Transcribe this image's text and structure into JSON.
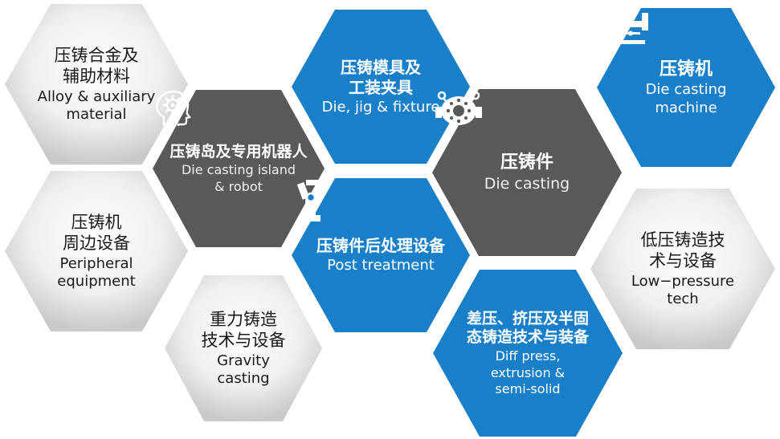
{
  "colors": {
    "blue": "#1a7fc9",
    "dark": "#565656",
    "grey_light": "#f2f2f2",
    "grey_mid": "#c8c8c8"
  },
  "hexagons": [
    {
      "id": "alloy",
      "style": "grey",
      "zh_lines": [
        "压铸合金及",
        "辅助材料"
      ],
      "en_lines": [
        "Alloy & auxiliary",
        "material"
      ],
      "icon": ""
    },
    {
      "id": "peripheral",
      "style": "grey",
      "zh_lines": [
        "压铸机",
        "周边设备"
      ],
      "en_lines": [
        "Peripheral",
        "equipment"
      ],
      "icon": ""
    },
    {
      "id": "island",
      "style": "dark",
      "zh_lines": [
        "压铸岛及专用机器人"
      ],
      "en_lines": [
        "Die casting island",
        "& robot"
      ],
      "icon": "head-gear-icon"
    },
    {
      "id": "gravity",
      "style": "grey",
      "zh_lines": [
        "重力铸造",
        "技术与设备"
      ],
      "en_lines": [
        "Gravity",
        "casting"
      ],
      "icon": ""
    },
    {
      "id": "die",
      "style": "blue",
      "zh_lines": [
        "压铸模具及",
        "工装夹具"
      ],
      "en_lines": [
        "Die, jig & fixture"
      ],
      "icon": ""
    },
    {
      "id": "post",
      "style": "blue",
      "zh_lines": [
        "压铸件后处理设备"
      ],
      "en_lines": [
        "Post treatment"
      ],
      "icon": "robot-arm-icon"
    },
    {
      "id": "casting",
      "style": "dark",
      "zh_lines": [
        "压铸件"
      ],
      "en_lines": [
        "Die casting"
      ],
      "icon": "casting-part-icon"
    },
    {
      "id": "diff",
      "style": "blue",
      "zh_lines": [
        "差压、挤压及半固",
        "态铸造技术与装备"
      ],
      "en_lines": [
        "Diff press,",
        "extrusion &",
        "semi-solid"
      ],
      "icon": ""
    },
    {
      "id": "machine",
      "style": "blue",
      "zh_lines": [
        "压铸机"
      ],
      "en_lines": [
        "Die casting",
        "machine"
      ],
      "icon": "die-casting-machine-icon"
    },
    {
      "id": "lowpressure",
      "style": "grey",
      "zh_lines": [
        "低压铸造技",
        "术与设备"
      ],
      "en_lines": [
        "Low−pressure",
        "tech"
      ],
      "icon": ""
    }
  ]
}
